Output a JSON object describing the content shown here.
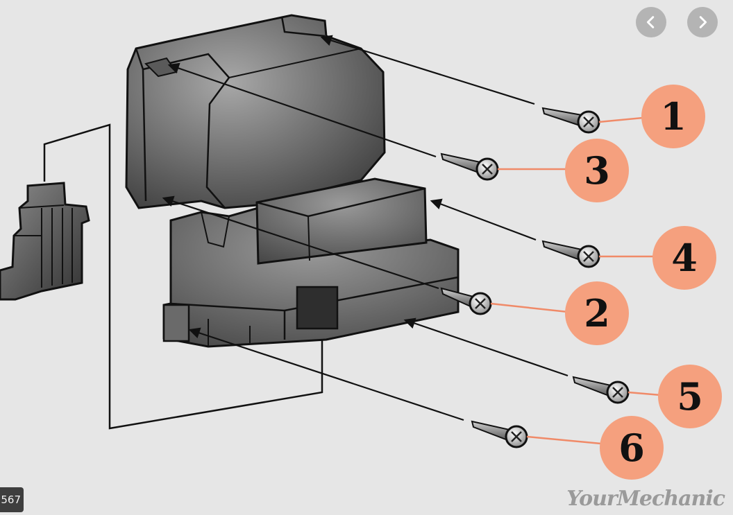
{
  "nav": {
    "prev_icon": "chevron-left-icon",
    "next_icon": "chevron-right-icon",
    "button_color": "#b4b4b4"
  },
  "counter": {
    "text": "567"
  },
  "watermark": {
    "text": "YourMechanic"
  },
  "callouts": [
    {
      "label": "1"
    },
    {
      "label": "3"
    },
    {
      "label": "4"
    },
    {
      "label": "2"
    },
    {
      "label": "5"
    },
    {
      "label": "6"
    }
  ],
  "colors": {
    "callout_fill": "#f5a07e",
    "callout_line": "#f08a68",
    "part_dark": "#4a4a4a",
    "outline": "#111111"
  }
}
